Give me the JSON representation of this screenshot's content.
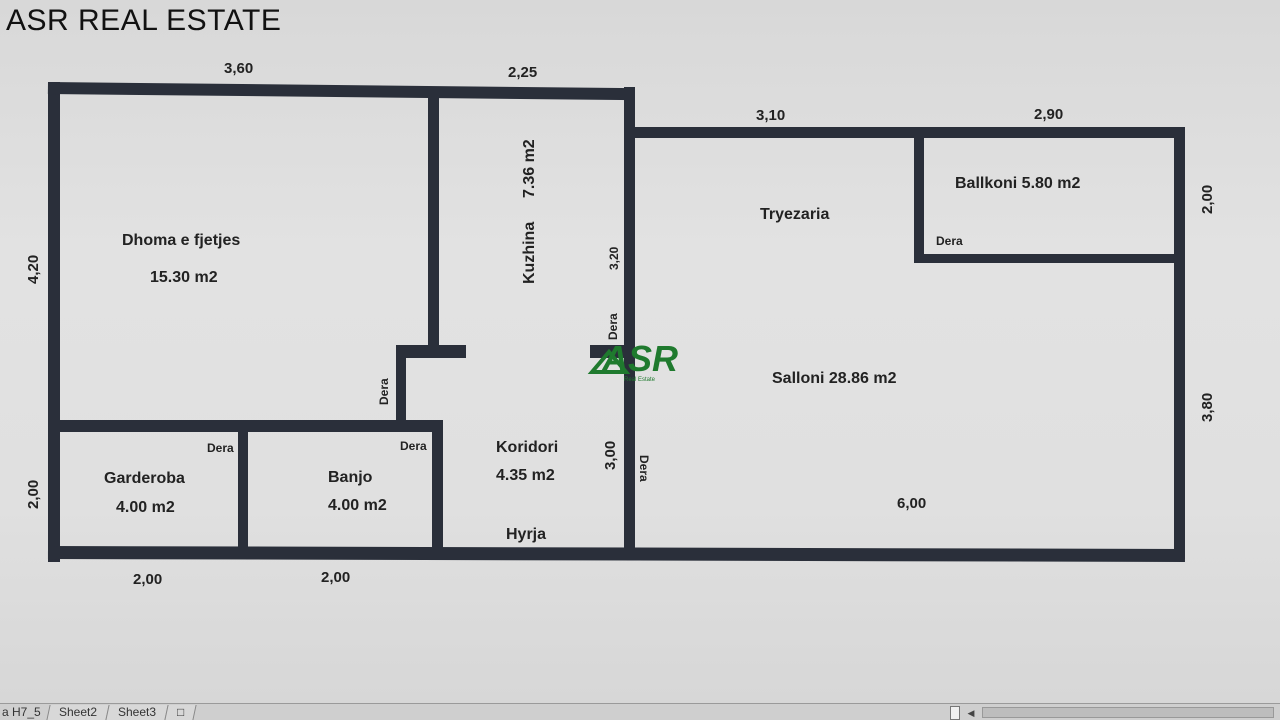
{
  "header": {
    "title": "ASR REAL ESTATE"
  },
  "logo": {
    "text": "ASR",
    "subtext": "Real Estate",
    "color": "#1f7a2e"
  },
  "plan": {
    "wall_color": "#2a2f3a",
    "rooms": {
      "bedroom_name": "Dhoma e fjetjes",
      "bedroom_area": "15.30 m2",
      "kitchen": "Kuzhina",
      "kitchen_area": "7.36 m2",
      "dining": "Tryezaria",
      "balcony": "Ballkoni 5.80 m2",
      "living": "Salloni 28.86 m2",
      "wardrobe_name": "Garderoba",
      "wardrobe_area": "4.00 m2",
      "bath_name": "Banjo",
      "bath_area": "4.00 m2",
      "corridor_name": "Koridori",
      "corridor_area": "4.35 m2",
      "entrance": "Hyrja"
    },
    "doors": {
      "bedroom": "Dera",
      "wardrobe": "Dera",
      "bath": "Dera",
      "balcony": "Dera",
      "kitchen": "Dera",
      "living": "Dera"
    },
    "dimensions": {
      "top_left": "3,60",
      "top_mid": "2,25",
      "top_right1": "3,10",
      "top_right2": "2,90",
      "left_upper": "4,20",
      "left_lower": "2,00",
      "right_upper": "2,00",
      "right_lower": "3,80",
      "bottom_left1": "2,00",
      "bottom_left2": "2,00",
      "kitchen_height": "3,20",
      "corridor_height": "3,00",
      "living_width": "6,00"
    }
  },
  "sheet_bar": {
    "active_sheet": "a H7_5",
    "tabs": [
      "Sheet2",
      "Sheet3"
    ]
  }
}
